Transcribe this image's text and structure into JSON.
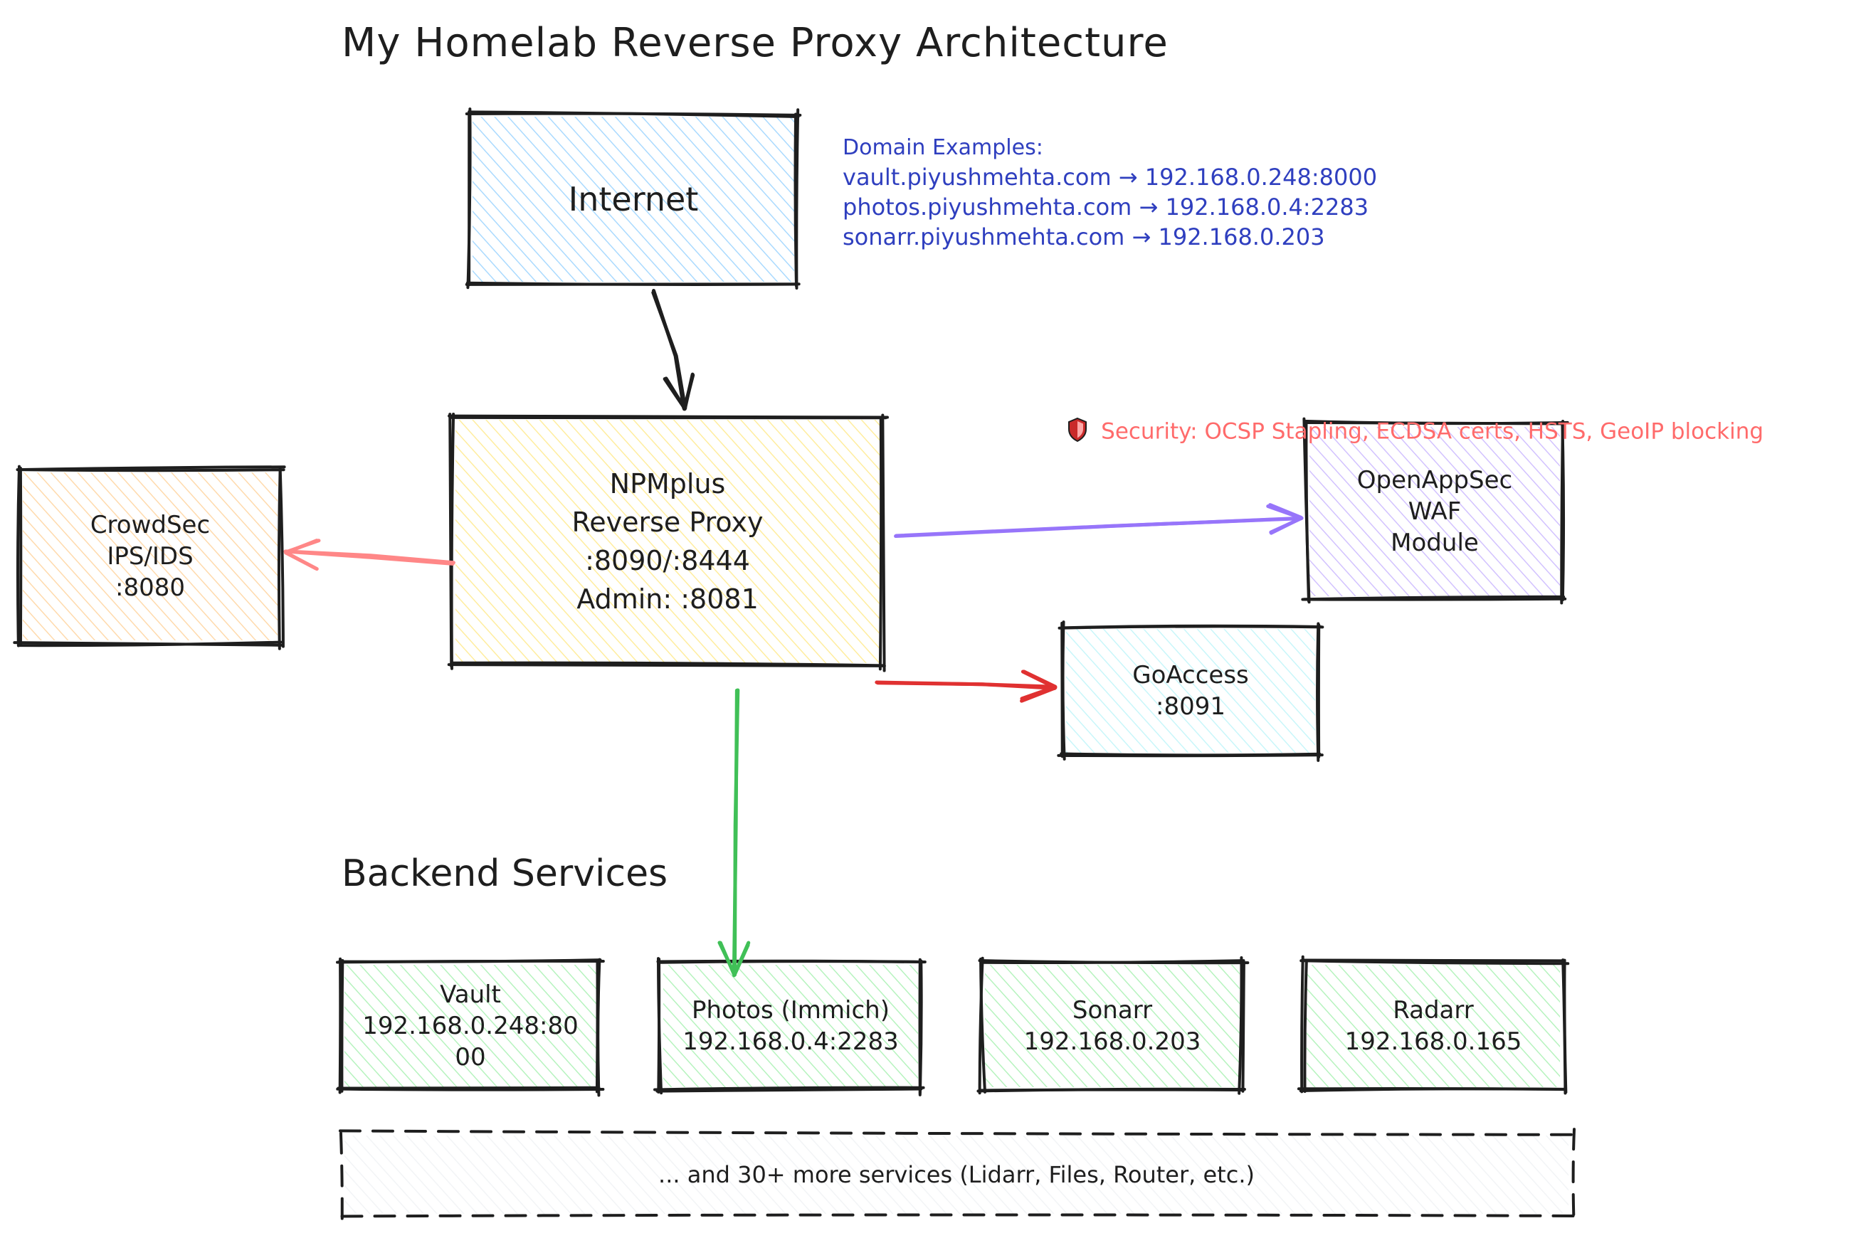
{
  "diagram": {
    "title": "My Homelab Reverse Proxy Architecture",
    "backend_heading": "Backend Services",
    "domain_examples": {
      "heading": "Domain Examples:",
      "lines": [
        "vault.piyushmehta.com → 192.168.0.248:8000",
        "photos.piyushmehta.com → 192.168.0.4:2283",
        "sonarr.piyushmehta.com → 192.168.0.203"
      ]
    },
    "security_note": {
      "icon": "shield-icon",
      "text": "Security: OCSP Stapling, ECDSA certs, HSTS, GeoIP blocking"
    },
    "nodes": {
      "internet": {
        "lines": [
          "Internet"
        ],
        "fill": "#a5d8ff"
      },
      "npmplus": {
        "lines": [
          "NPMplus",
          "Reverse Proxy",
          ":8090/:8444",
          "Admin: :8081"
        ],
        "fill": "#ffec99"
      },
      "crowdsec": {
        "lines": [
          "CrowdSec",
          "IPS/IDS",
          ":8080"
        ],
        "fill": "#ffd8a8"
      },
      "openappsec": {
        "lines": [
          "OpenAppSec",
          "WAF",
          "Module"
        ],
        "fill": "#d0bfff"
      },
      "goaccess": {
        "lines": [
          "GoAccess",
          ":8091"
        ],
        "fill": "#c5f6fa"
      },
      "vault": {
        "lines": [
          "Vault",
          "192.168.0.248:80",
          "00"
        ],
        "fill": "#b2f2bb"
      },
      "photos": {
        "lines": [
          "Photos (Immich)",
          "192.168.0.4:2283"
        ],
        "fill": "#b2f2bb"
      },
      "sonarr": {
        "lines": [
          "Sonarr",
          "192.168.0.203"
        ],
        "fill": "#b2f2bb"
      },
      "radarr": {
        "lines": [
          "Radarr",
          "192.168.0.165"
        ],
        "fill": "#b2f2bb"
      },
      "more_services": {
        "lines": [
          "... and 30+ more services (Lidarr, Files, Router, etc.)"
        ],
        "fill": "#f1f3f5"
      }
    },
    "colors": {
      "stroke": "#1e1e1e",
      "domain_text": "#2f3fbf",
      "security_text": "#ff6b6b",
      "arrow_crowdsec": "#ff8787",
      "arrow_waf": "#9775fa",
      "arrow_goaccess": "#e03131",
      "arrow_backend": "#40c057",
      "arrow_internet": "#1e1e1e"
    }
  }
}
